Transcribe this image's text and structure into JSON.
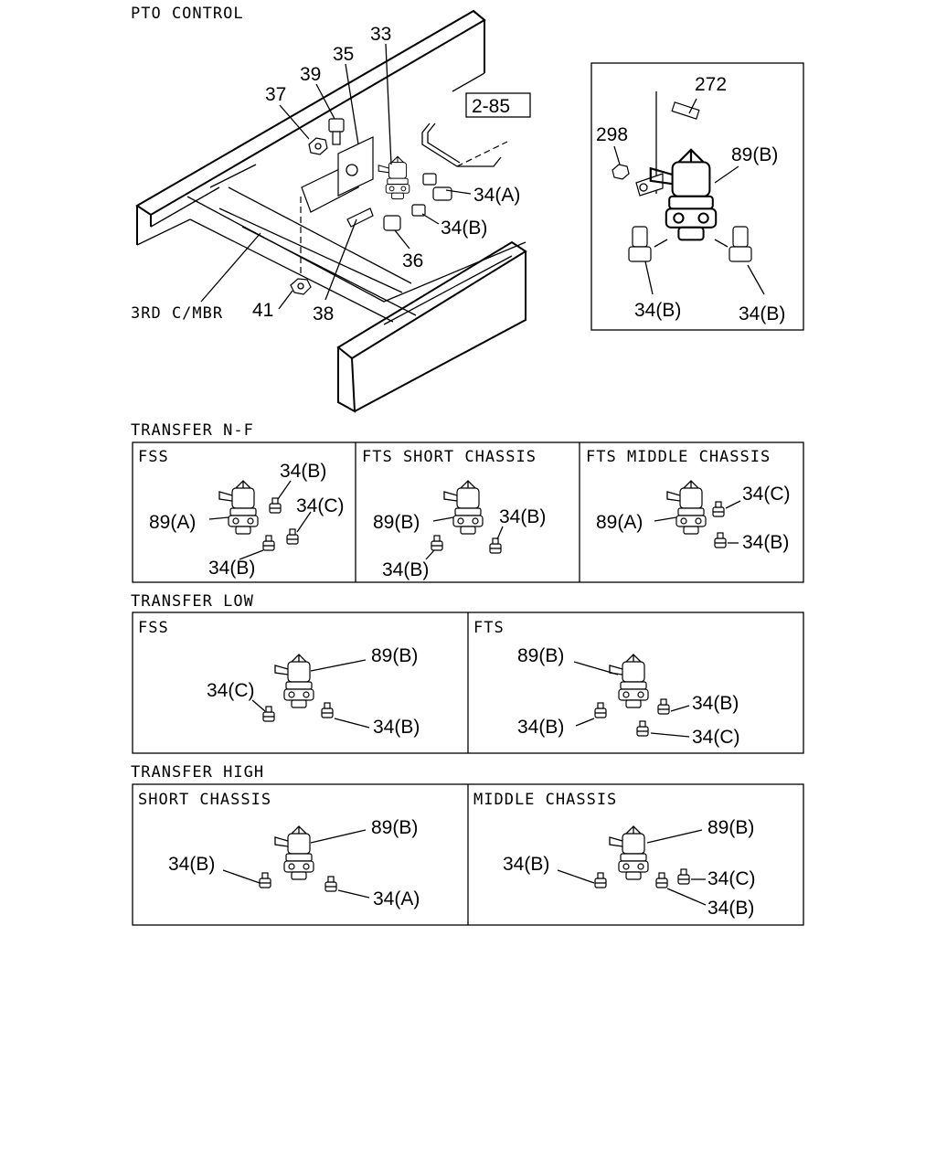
{
  "title": "PTO CONTROL",
  "main": {
    "labels": {
      "p33": "33",
      "p35": "35",
      "p39": "39",
      "p37": "37",
      "ref": "2-85",
      "p34a": "34(A)",
      "p34b": "34(B)",
      "p36": "36",
      "p38": "38",
      "p41": "41",
      "mbr": "3RD C/MBR"
    }
  },
  "detail": {
    "p272": "272",
    "p298": "298",
    "p89b": "89(B)",
    "p34b_left": "34(B)",
    "p34b_right": "34(B)"
  },
  "sections": {
    "nf": {
      "title": "TRANSFER N-F",
      "panels": [
        {
          "name": "FSS",
          "valve": "89(A)",
          "a": "34(B)",
          "b": "34(C)",
          "c": "34(B)"
        },
        {
          "name": "FTS SHORT CHASSIS",
          "valve": "89(B)",
          "a": "34(B)",
          "c": "34(B)"
        },
        {
          "name": "FTS MIDDLE CHASSIS",
          "valve": "89(A)",
          "a": "34(C)",
          "b": "34(B)"
        }
      ]
    },
    "low": {
      "title": "TRANSFER LOW",
      "panels": [
        {
          "name": "FSS",
          "valve": "89(B)",
          "a": "34(C)",
          "b": "34(B)"
        },
        {
          "name": "FTS",
          "valve": "89(B)",
          "a": "34(B)",
          "b": "34(B)",
          "c": "34(C)"
        }
      ]
    },
    "high": {
      "title": "TRANSFER HIGH",
      "panels": [
        {
          "name": "SHORT CHASSIS",
          "valve": "89(B)",
          "a": "34(B)",
          "b": "34(A)"
        },
        {
          "name": "MIDDLE CHASSIS",
          "valve": "89(B)",
          "a": "34(B)",
          "b": "34(C)",
          "c": "34(B)"
        }
      ]
    }
  }
}
